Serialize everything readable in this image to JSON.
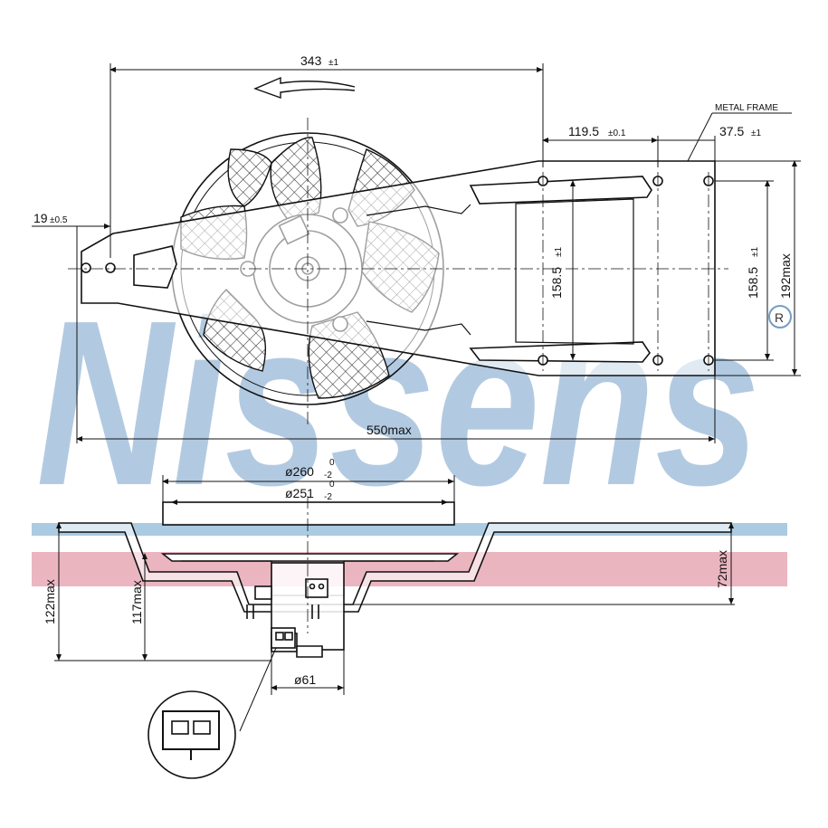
{
  "watermark": {
    "brand": "Nissens",
    "registered_mark": "®",
    "color": "#5a8cbd",
    "stripe_blue": "#9cc3dd",
    "stripe_pink": "#e8a9b6"
  },
  "fan_rotation": "counter-clockwise",
  "dimensions": {
    "overall_width_top": "343±1",
    "mount_offset_left": "19±0.5",
    "bracket_offset": "119.5±0.1",
    "frame_end": "37.5±1",
    "hole_pitch_inner": "158.5±1",
    "hole_pitch_outer": "158.5±1",
    "overall_height": "192max",
    "overall_length": "550max",
    "shroud_diameter": "ø260-0/-2",
    "shroud_inner_diameter": "ø251-0/-2",
    "total_depth": "122max",
    "body_depth": "117max",
    "frame_depth": "72max",
    "motor_diameter": "ø61"
  },
  "labels": {
    "metal_frame": "METAL FRAME",
    "d343": "343",
    "d343_tol": "±1",
    "d19": "19",
    "d19_tol": "±0.5",
    "d119": "119.5",
    "d119_tol": "±0.1",
    "d37": "37.5",
    "d37_tol": "±1",
    "d158a": "158.5",
    "d158a_tol": "±1",
    "d158b": "158.5",
    "d158b_tol": "±1",
    "d192": "192max",
    "d550": "550max",
    "d260": "ø260",
    "d260_tol_top": "0",
    "d260_tol_bot": "-2",
    "d251": "ø251",
    "d251_tol_top": "0",
    "d251_tol_bot": "-2",
    "d122": "122max",
    "d117": "117max",
    "d72": "72max",
    "d61": "ø61"
  }
}
